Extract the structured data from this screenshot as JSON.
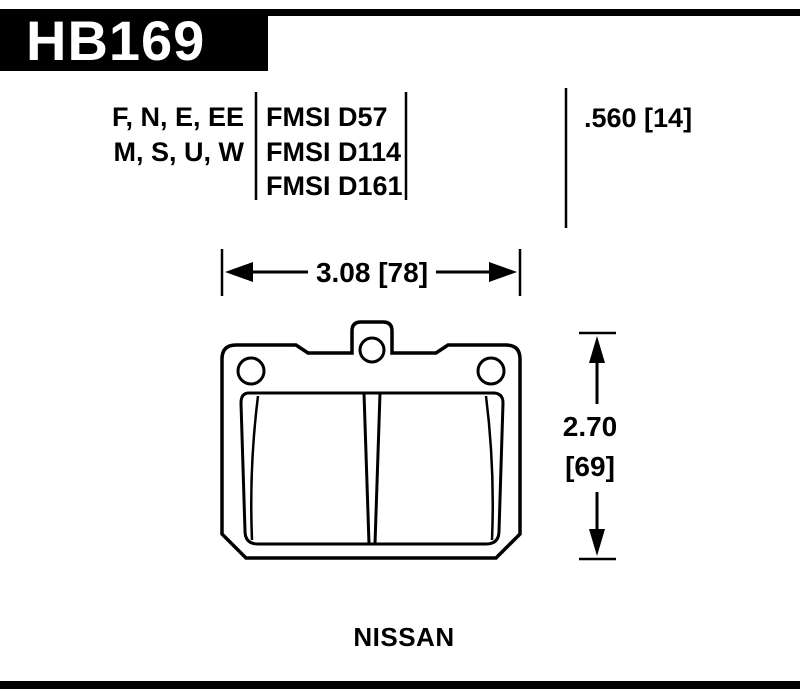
{
  "header": {
    "part_number": "HB169"
  },
  "spec_table": {
    "compound_codes": [
      "F, N, E, EE",
      "M, S, U, W"
    ],
    "fmsi_numbers": [
      "FMSI D57",
      "FMSI D114",
      "FMSI D161"
    ],
    "pad_thickness": ".560 [14]"
  },
  "dimensions": {
    "width": "3.08 [78]",
    "height_in": "2.70",
    "height_mm": "[69]"
  },
  "footer": {
    "vehicle": "NISSAN"
  },
  "colors": {
    "ink": "#000000",
    "background": "#ffffff"
  }
}
